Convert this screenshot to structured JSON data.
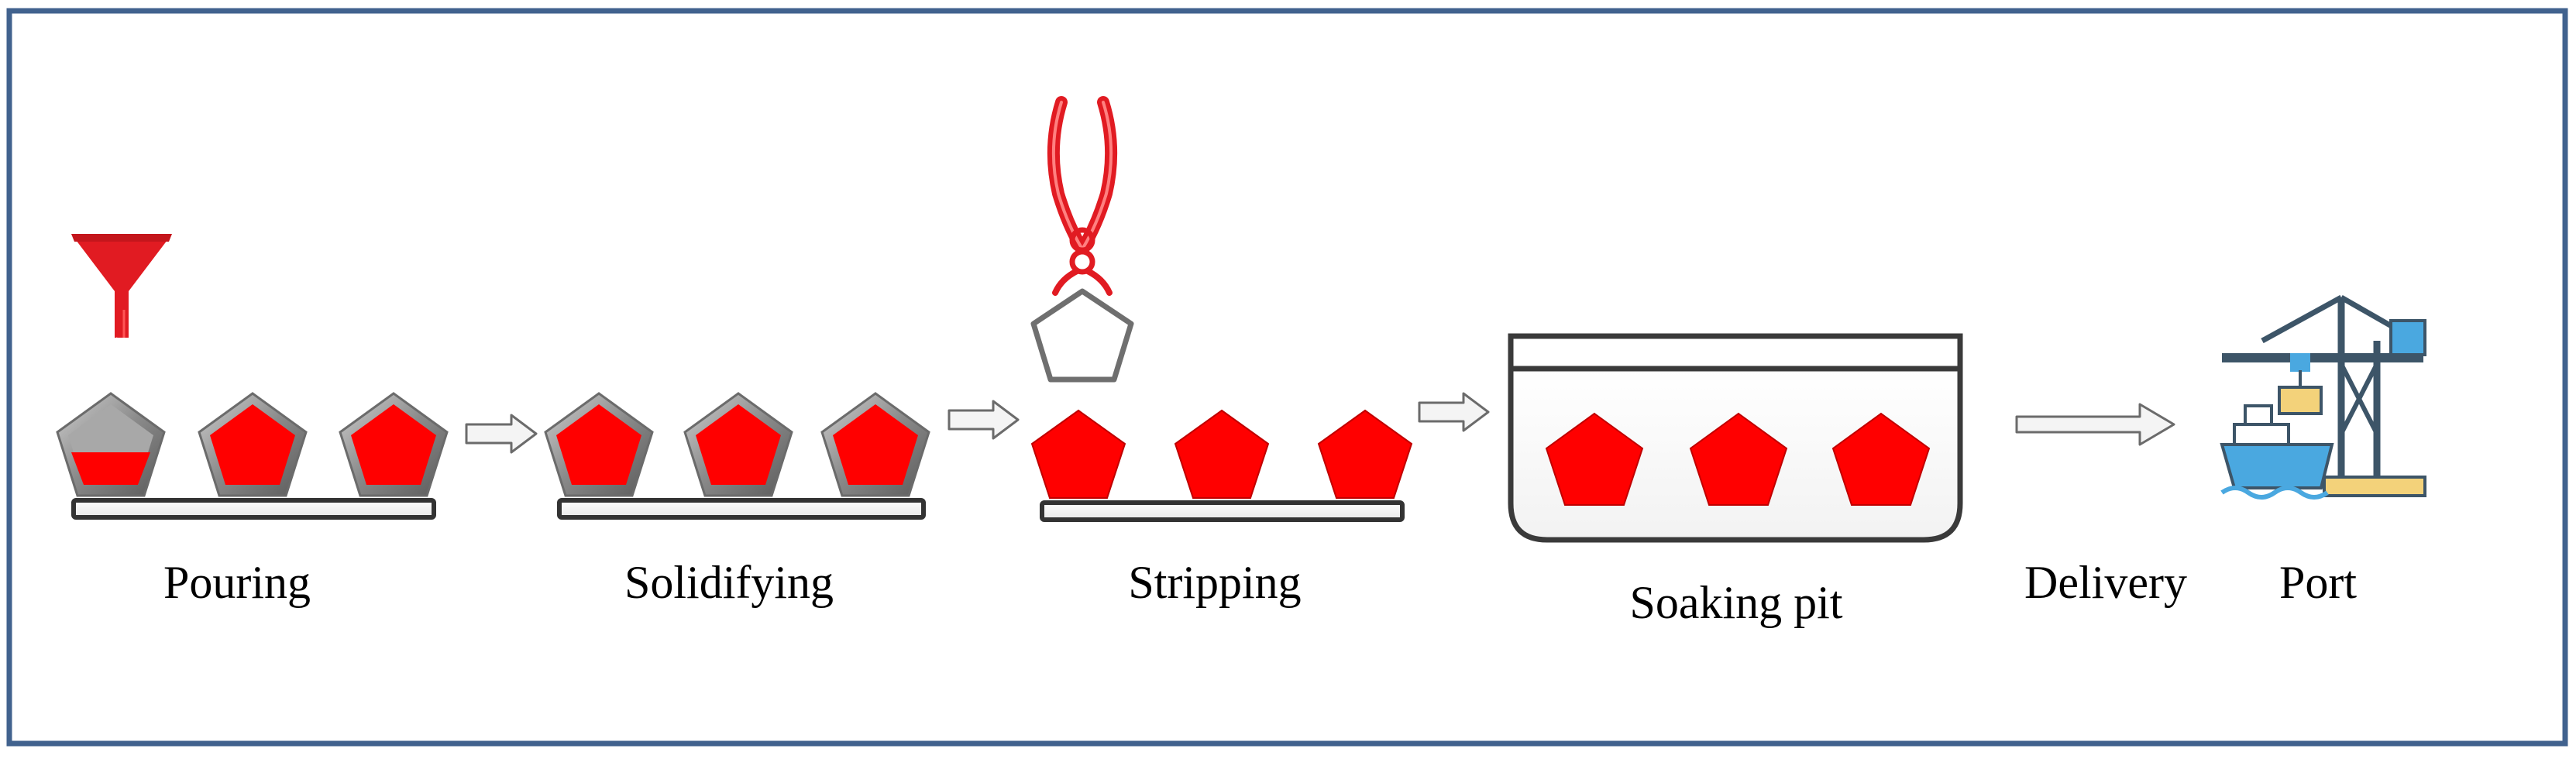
{
  "stages": [
    {
      "id": "pouring",
      "label": "Pouring"
    },
    {
      "id": "solidifying",
      "label": "Solidifying"
    },
    {
      "id": "stripping",
      "label": "Stripping"
    },
    {
      "id": "soaking-pit",
      "label": "Soaking pit"
    },
    {
      "id": "delivery",
      "label": "Delivery"
    },
    {
      "id": "port",
      "label": "Port"
    }
  ],
  "colors": {
    "frame": "#41628e",
    "molten": "#ff0000",
    "mold": "#8a8a8a",
    "empty_mold": "#a8a8a8",
    "equipment": "#e11b22",
    "crane": "#3d5568",
    "crane_accent": "#4aa8e0",
    "dock": "#f3d27a",
    "ship": "#4aa8e0"
  },
  "icons": {
    "pour": "funnel-icon",
    "tongs": "tongs-icon",
    "port": "port-crane-ship-icon",
    "arrow": "hollow-arrow-icon"
  }
}
